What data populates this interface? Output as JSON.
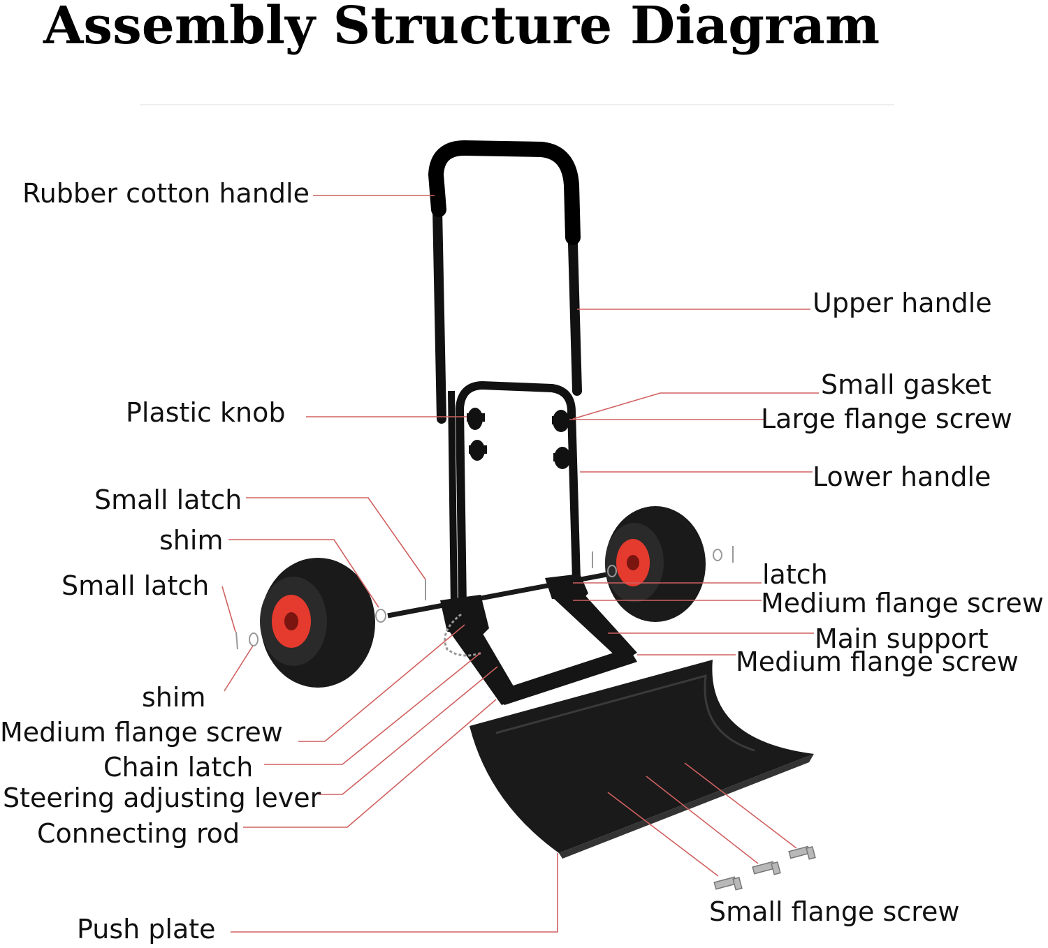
{
  "title": "Assembly Structure Diagram",
  "labels": {
    "rubber_cotton_handle": "Rubber cotton handle",
    "upper_handle": "Upper handle",
    "plastic_knob": "Plastic knob",
    "small_gasket": "Small gasket",
    "large_flange_screw": "Large flange screw",
    "lower_handle": "Lower handle",
    "small_latch_1": "Small latch",
    "shim_1": "shim",
    "small_latch_2": "Small latch",
    "latch": "latch",
    "medium_flange_screw_right_1": "Medium flange screw",
    "main_support": "Main support",
    "medium_flange_screw_right_2": "Medium flange screw",
    "shim_2": "shim",
    "medium_flange_screw_left": "Medium flange screw",
    "chain_latch": "Chain latch",
    "steering_adjusting_lever": "Steering adjusting lever",
    "connecting_rod": "Connecting rod",
    "small_flange_screw": "Small flange screw",
    "push_plate": "Push plate"
  },
  "colors": {
    "leader_line": "#d06060",
    "frame": "#111111",
    "wheel_hub": "#e53a2e",
    "tire": "#1a1a1a"
  }
}
